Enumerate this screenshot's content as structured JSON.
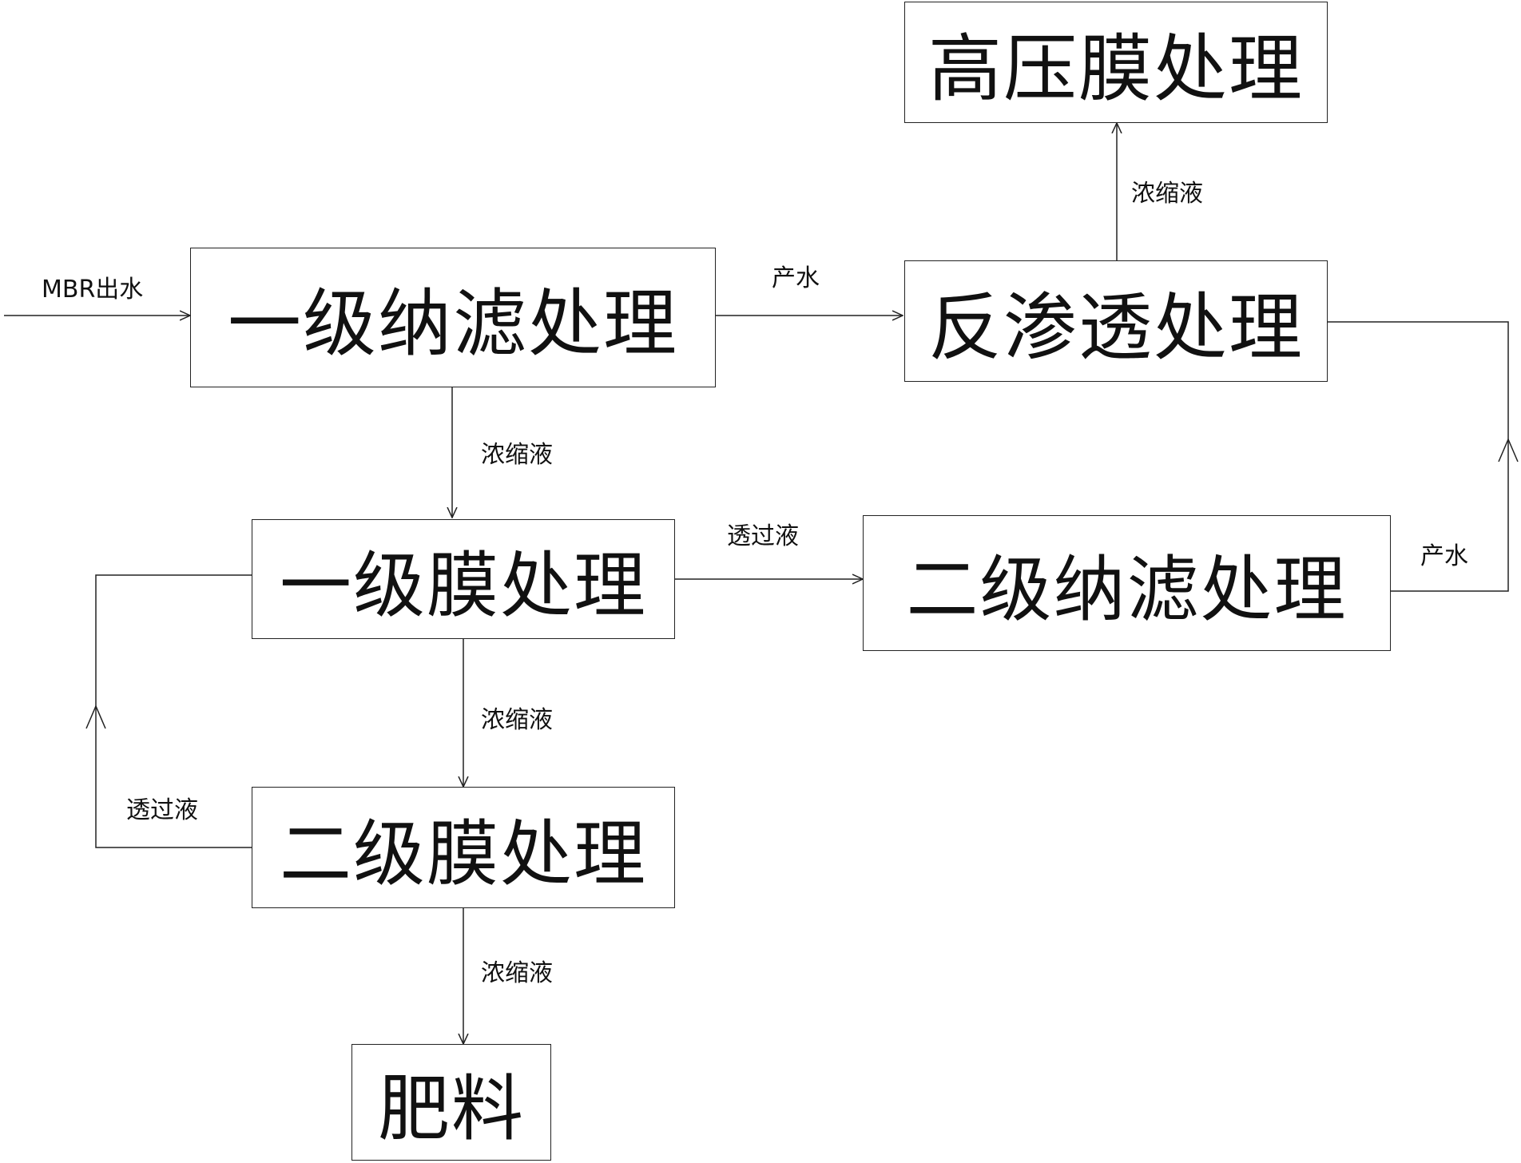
{
  "nodes": {
    "high_pressure": "高压膜处理",
    "ro": "反渗透处理",
    "nf1": "一级纳滤处理",
    "nf2": "二级纳滤处理",
    "mem1": "一级膜处理",
    "mem2": "二级膜处理",
    "fertilizer": "肥料"
  },
  "labels": {
    "mbr_in": "MBR出水",
    "nf1_product": "产水",
    "ro_concentrate": "浓缩液",
    "nf1_concentrate": "浓缩液",
    "mem1_permeate": "透过液",
    "nf2_product": "产水",
    "mem1_concentrate": "浓缩液",
    "mem2_permeate": "透过液",
    "mem2_concentrate": "浓缩液"
  }
}
